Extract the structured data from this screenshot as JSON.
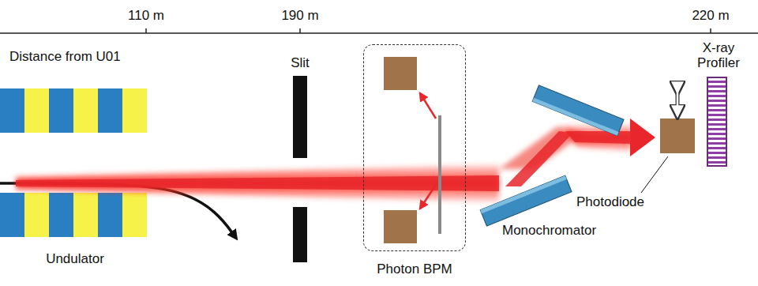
{
  "diagram": {
    "nodes": [
      {
        "text": [
          "Photon BPM"
        ]
      }
    ],
    "labels": [
      "110 m",
      "190 m",
      "220 m",
      "Distance from U01",
      "Slit",
      "Undulator",
      "Monochromator",
      "Photodiode",
      "X-ray Profiler"
    ]
  }
}
